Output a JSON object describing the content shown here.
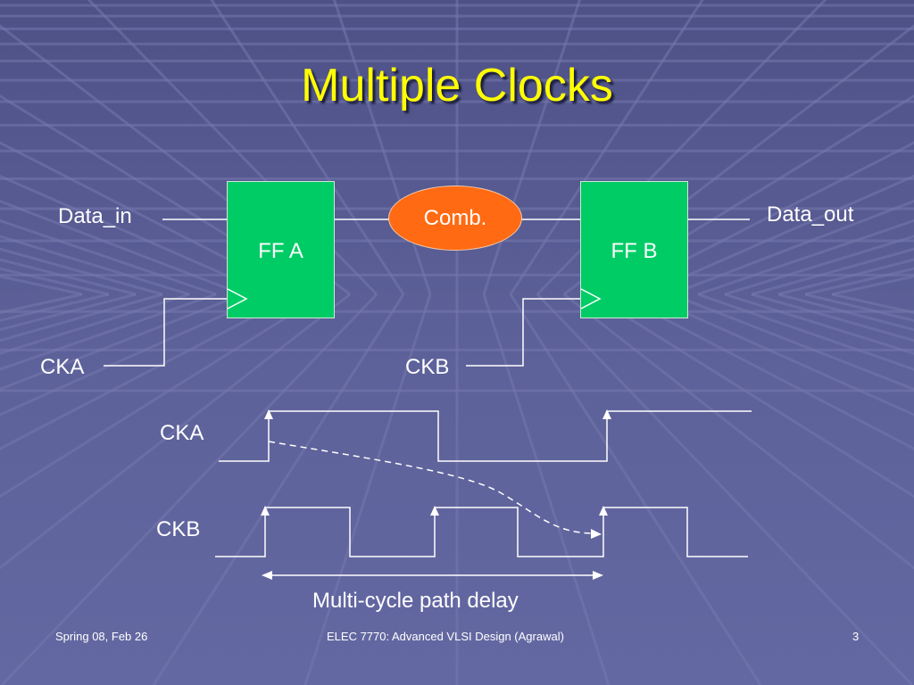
{
  "slide": {
    "title": "Multiple Clocks"
  },
  "circuit": {
    "data_in": "Data_in",
    "data_out": "Data_out",
    "ff_a": "FF A",
    "ff_b": "FF B",
    "comb": "Comb.",
    "cka": "CKA",
    "ckb": "CKB"
  },
  "timing": {
    "cka_label": "CKA",
    "ckb_label": "CKB",
    "delay_label": "Multi-cycle path delay"
  },
  "footer": {
    "left": "Spring 08, Feb 26",
    "center": "ELEC 7770: Advanced VLSI Design (Agrawal)",
    "page": "3"
  },
  "colors": {
    "background": "#5a5e96",
    "title": "#ffff00",
    "flipflop": "#00cc66",
    "comb": "#ff6a13",
    "wire": "#ffffff"
  }
}
